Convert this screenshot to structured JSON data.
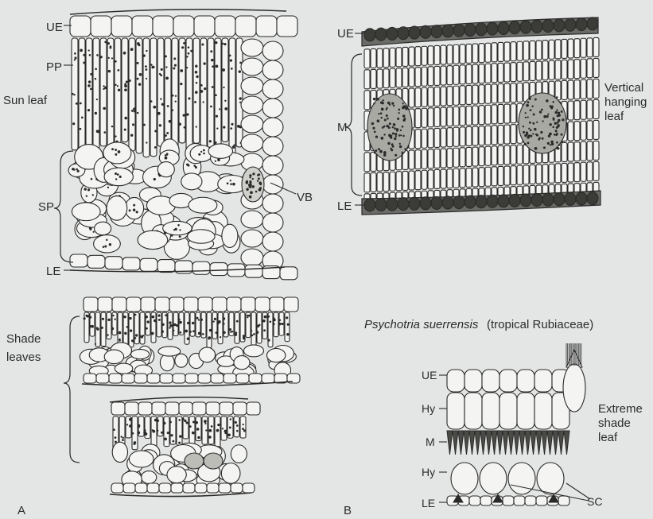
{
  "panel_a": {
    "letter": "A",
    "sun_leaf": {
      "title": "Sun leaf",
      "labels": {
        "ue": "UE",
        "pp": "PP",
        "sp": "SP",
        "vb": "VB",
        "le": "LE"
      }
    },
    "shade_leaves": {
      "title_line1": "Shade",
      "title_line2": "leaves"
    }
  },
  "panel_b": {
    "letter": "B",
    "vertical_leaf": {
      "title_line1": "Vertical",
      "title_line2": "hanging",
      "title_line3": "leaf",
      "labels": {
        "ue": "UE",
        "m": "M",
        "le": "LE"
      }
    },
    "psychotria": {
      "species": "Psychotria suerrensis",
      "family": "(tropical Rubiaceae)",
      "title_line1": "Extreme",
      "title_line2": "shade",
      "title_line3": "leaf",
      "labels": {
        "ue": "UE",
        "hy_upper": "Hy",
        "m": "M",
        "hy_lower": "Hy",
        "le": "LE",
        "sc": "SC"
      }
    }
  },
  "colors": {
    "background": "#e4e6e6",
    "ink": "#2a2a2a",
    "cell_fill": "#f4f4f2"
  }
}
